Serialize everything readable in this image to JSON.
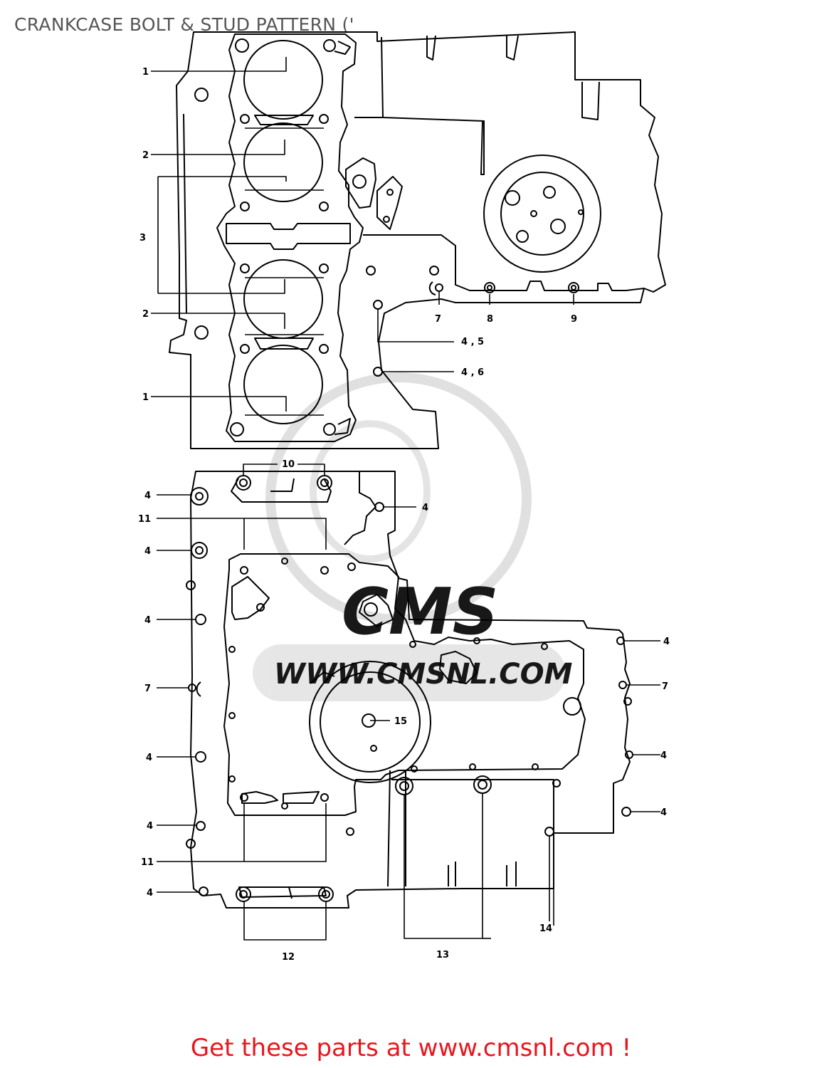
{
  "page": {
    "title": "CRANKCASE BOLT & STUD PATTERN ('",
    "cta": "Get these parts at www.cmsnl.com !"
  },
  "watermark": {
    "logo_text": "CMS",
    "url_text": "WWW.CMSNL.COM"
  },
  "callouts": {
    "upper": [
      "1",
      "2",
      "3",
      "2",
      "1",
      "7",
      "8",
      "9",
      "4 , 5",
      "4 , 6"
    ],
    "lower": [
      "10",
      "4",
      "4",
      "11",
      "4",
      "4",
      "7",
      "4",
      "4",
      "11",
      "4",
      "12",
      "13",
      "14",
      "4",
      "7",
      "4",
      "4",
      "15"
    ]
  },
  "colors": {
    "title": "#555555",
    "cta": "#e8161c",
    "line": "#000000",
    "watermark": "#dadada"
  }
}
